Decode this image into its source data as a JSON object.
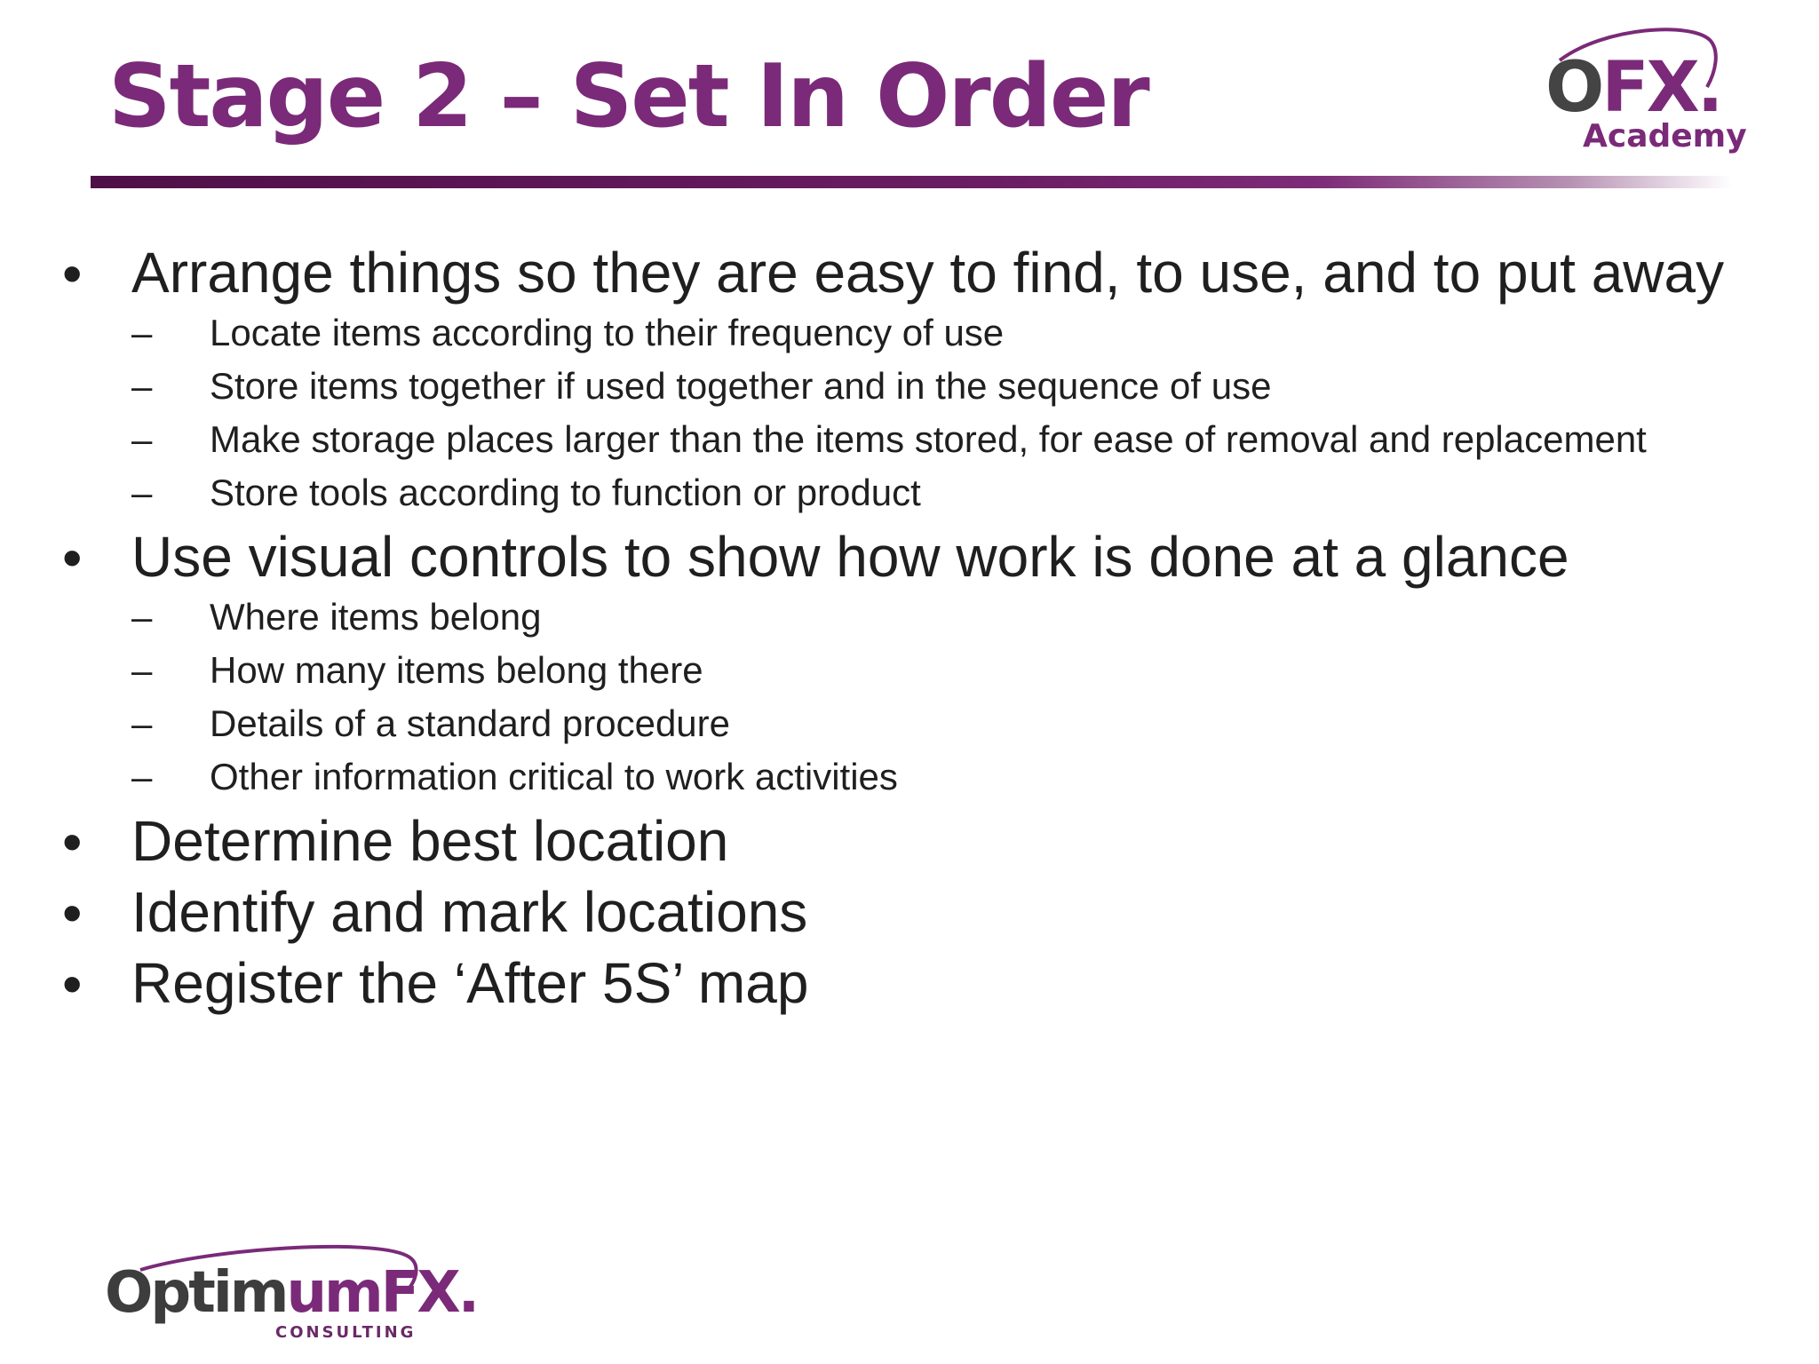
{
  "slide": {
    "title": "Stage 2 – Set In Order",
    "brand_color": "#7a2a78",
    "logo_top_right": {
      "main_prefix": "O",
      "main_accent": "FX.",
      "sub": "Academy"
    },
    "logo_bottom_left": {
      "main_prefix": "Optim",
      "main_accent": "umFX.",
      "sub": "CONSULTING"
    },
    "bullet_glyph": "•",
    "sub_bullet_glyph": "–",
    "bullets": [
      {
        "text": "Arrange things so they are easy to find, to use, and to put away",
        "subs": [
          "Locate items according to their frequency of use",
          "Store items together if used together and in the sequence of use",
          "Make storage places larger than the items stored, for ease of removal and replacement",
          "Store tools according to function or product"
        ]
      },
      {
        "text": "Use visual controls to show how work is done at a glance",
        "subs": [
          "Where items belong",
          "How many items belong there",
          "Details of a standard procedure",
          "Other information critical to work activities"
        ]
      },
      {
        "text": "Determine best location",
        "subs": []
      },
      {
        "text": "Identify and mark locations",
        "subs": []
      },
      {
        "text": "Register the ‘After 5S’ map",
        "subs": []
      }
    ]
  }
}
